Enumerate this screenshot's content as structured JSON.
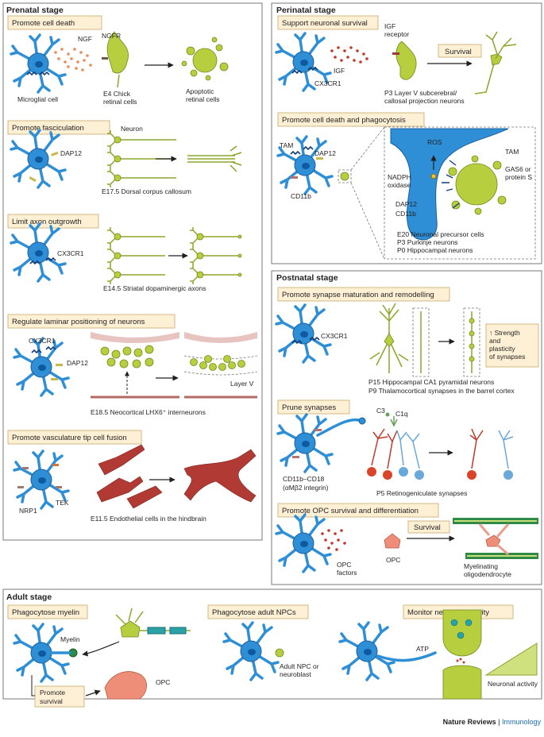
{
  "panels": {
    "prenatal": "Prenatal stage",
    "perinatal": "Perinatal stage",
    "postnatal": "Postnatal stage",
    "adult": "Adult stage"
  },
  "prenatal": {
    "cell_death": {
      "box": "Promote cell death",
      "ngf": "NGF",
      "ngfr": "NGFR",
      "microglia": "Microglial cell",
      "target_l1": "E4 Chick",
      "target_l2": "retinal cells",
      "apoptotic_l1": "Apoptotic",
      "apoptotic_l2": "retinal cells"
    },
    "fasciculation": {
      "box": "Promote fasciculation",
      "neuron": "Neuron",
      "dap12": "DAP12",
      "caption": "E17.5 Dorsal corpus callosum"
    },
    "axon": {
      "box": "Limit axon outgrowth",
      "receptor": "CX3CR1",
      "caption": "E14.5 Striatal dopaminergic axons"
    },
    "laminar": {
      "box": "Regulate laminar positioning of neurons",
      "receptor": "CX3CR1",
      "dap12": "DAP12",
      "layer": "Layer V",
      "caption": "E18.5 Neocortical LHX6⁺ interneurons"
    },
    "vascular": {
      "box": "Promote vasculature tip cell fusion",
      "nrp1": "NRP1",
      "tek": "TEK",
      "caption": "E11.5 Endothelial cells in the hindbrain"
    }
  },
  "perinatal": {
    "survival": {
      "box": "Support neuronal survival",
      "igf_receptor_l1": "IGF",
      "igf_receptor_l2": "receptor",
      "igf": "IGF",
      "receptor": "CX3CR1",
      "arrow": "Survival",
      "caption_l1": "P3 Layer V subcerebral/",
      "caption_l2": "callosal projection neurons"
    },
    "phago": {
      "box": "Promote cell death and phagocytosis",
      "tam": "TAM",
      "dap12": "DAP12",
      "cd11b": "CD11b",
      "ros": "ROS",
      "nadph_l1": "NADPH",
      "nadph_l2": "oxidase",
      "dap12_b": "DAP12",
      "cd11b_b": "CD11b",
      "tam_b": "TAM",
      "gas6_l1": "GAS6 or",
      "gas6_l2": "protein S",
      "c1": "E20 Neuronal precursor cells",
      "c2": "P3   Purkinje neurons",
      "c3": "P0   Hippocampal neurons"
    }
  },
  "postnatal": {
    "maturation": {
      "box": "Promote synapse maturation and remodelling",
      "receptor": "CX3CR1",
      "strength_l1": "↑ Strength",
      "strength_l2": "and",
      "strength_l3": "plasticity",
      "strength_l4": "of synapses",
      "c1": "P15 Hippocampal CA1 pyramidal neurons",
      "c2": "P9   Thalamocortical synapses in the barrel cortex"
    },
    "prune": {
      "box": "Prune synapses",
      "c3": "C3",
      "c1q": "C1q",
      "cd_l1": "CD11b–CD18",
      "cd_l2": "(αMβ2 integrin)",
      "caption": "P5 Retinogeniculate synapses"
    },
    "opc": {
      "box": "Promote OPC survival and differentiation",
      "factors_l1": "OPC",
      "factors_l2": "factors",
      "opc": "OPC",
      "arrow": "Survival",
      "myel_l1": "Myelinating",
      "myel_l2": "oligodendrocyte"
    }
  },
  "adult": {
    "myelin": {
      "box": "Phagocytose myelin",
      "myelin": "Myelin",
      "promote_l1": "Promote",
      "promote_l2": "survival",
      "opc": "OPC"
    },
    "npc": {
      "box": "Phagocytose adult NPCs",
      "label_l1": "Adult NPC or",
      "label_l2": "neuroblast"
    },
    "monitor": {
      "box": "Monitor neuronal activity",
      "atp": "ATP",
      "activity": "Neuronal activity"
    }
  },
  "footer": {
    "journal": "Nature Reviews",
    "sep": " | ",
    "section": "Immunology"
  },
  "colors": {
    "microglia": "#2e8fd6",
    "neuron": "#b7cf3f",
    "vessel": "#b23a34",
    "opc": "#ee8d78",
    "box": "#fdf0d5",
    "accent": "#1a6db5"
  }
}
